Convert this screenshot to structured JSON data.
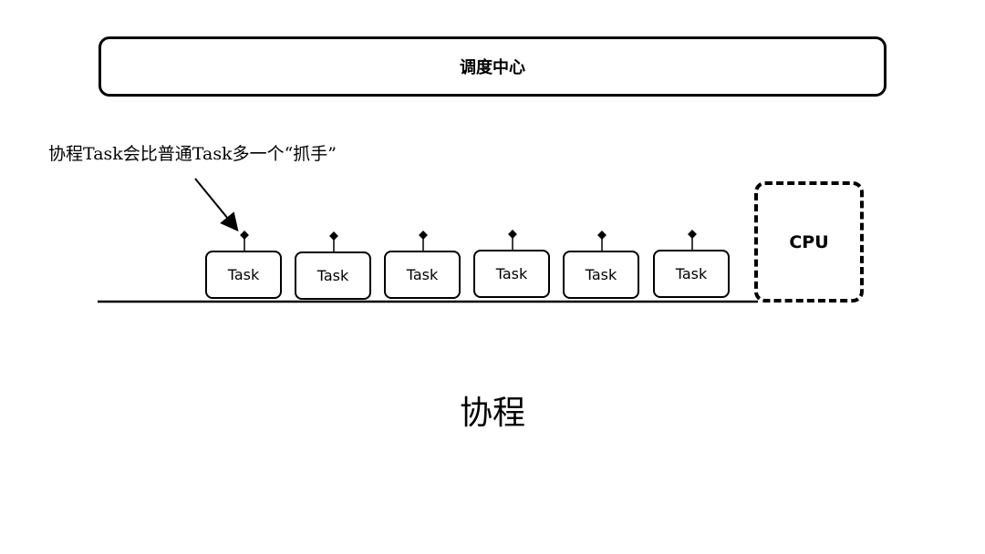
{
  "scheduler": {
    "label": "调度中心"
  },
  "annotation": {
    "text": "协程Task会比普通Task多一个“抓手”"
  },
  "tasks": [
    {
      "label": "Task"
    },
    {
      "label": "Task"
    },
    {
      "label": "Task"
    },
    {
      "label": "Task"
    },
    {
      "label": "Task"
    },
    {
      "label": "Task"
    }
  ],
  "cpu": {
    "label": "CPU"
  },
  "caption": {
    "text": "协程"
  }
}
